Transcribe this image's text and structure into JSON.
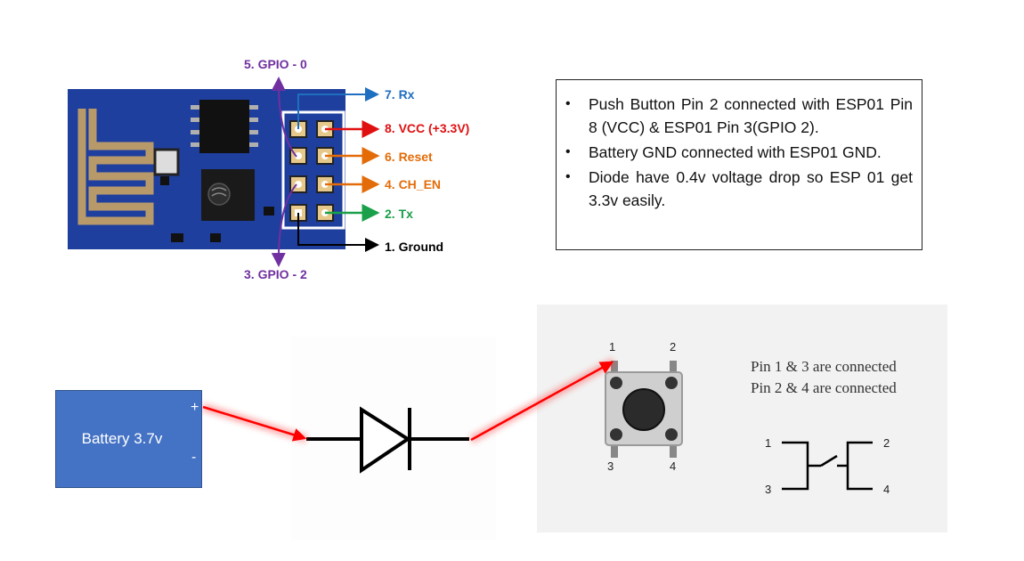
{
  "esp01": {
    "pins": {
      "gpio0": "5. GPIO - 0",
      "rx": "7. Rx",
      "vcc": "8. VCC (+3.3V)",
      "reset": "6. Reset",
      "ch_en": "4. CH_EN",
      "tx": "2. Tx",
      "ground": "1. Ground",
      "gpio2": "3. GPIO - 2"
    },
    "colors": {
      "board": "#1f3f9e",
      "gpio": "#7030a0",
      "rx": "#1f6fc0",
      "vcc": "#e01010",
      "reset": "#e36c09",
      "ch_en": "#e36c09",
      "tx": "#1aa04a",
      "ground": "#000000"
    }
  },
  "notes": [
    "Push Button Pin 2 connected with ESP01 Pin 8 (VCC) & ESP01 Pin 3(GPIO 2).",
    "Battery GND connected with ESP01 GND.",
    "Diode have 0.4v voltage drop so ESP 01 get 3.3v easily."
  ],
  "battery": {
    "label": "Battery 3.7v",
    "plus": "+",
    "minus": "-",
    "color": "#4472c4"
  },
  "push_button": {
    "pin_labels": [
      "1",
      "2",
      "3",
      "4"
    ],
    "note_line1": "Pin 1 & 3 are connected",
    "note_line2": "Pin 2 & 4 are connected",
    "symbol_labels": [
      "1",
      "2",
      "3",
      "4"
    ]
  },
  "wire_color": "#ff0000"
}
